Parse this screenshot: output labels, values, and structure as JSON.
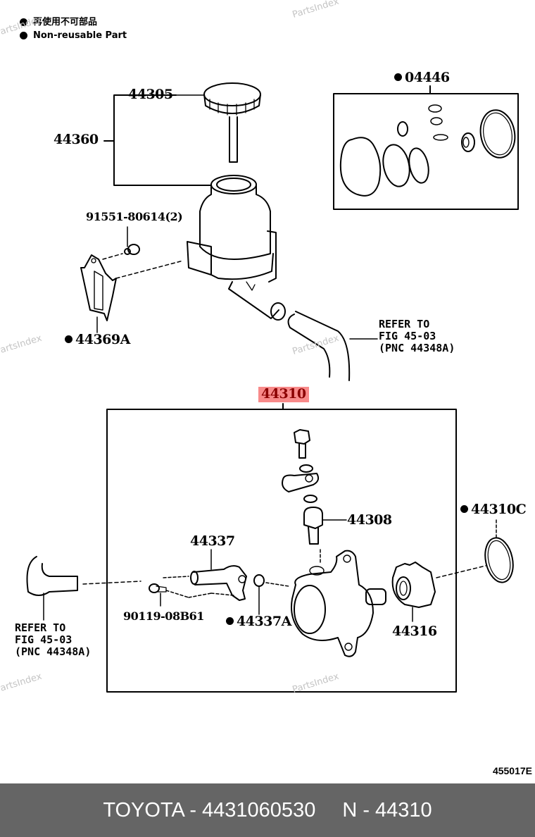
{
  "legend": {
    "items": [
      {
        "icon": "filled-circle-icon",
        "label": "再使用不可部品"
      },
      {
        "icon": "filled-circle-icon",
        "label": "Non-reusable Part"
      }
    ]
  },
  "watermark": "PartsIndex",
  "parts": {
    "p44305": "44305",
    "p44360": "44360",
    "p04446": "04446",
    "p91551": "91551-80614(2)",
    "p44369A": "44369A",
    "p44310": "44310",
    "p44308": "44308",
    "p44310C": "44310C",
    "p44337": "44337",
    "p90119": "90119-08B61",
    "p44337A": "44337A",
    "p44316": "44316"
  },
  "non_reusable": [
    "04446",
    "44369A",
    "44310C",
    "44337A"
  ],
  "highlighted_part": "44310",
  "highlight_color": "#f88a8a",
  "refer_notes": {
    "upper": "REFER TO\nFIG 45-03\n(PNC 44348A)",
    "lower": "REFER TO\nFIG 45-03\n(PNC 44348A)"
  },
  "figure_number": "455017E",
  "footer": {
    "part_info": "TOYOTA - 4431060530",
    "pnc_info": "N - 44310",
    "background": "#656565"
  }
}
